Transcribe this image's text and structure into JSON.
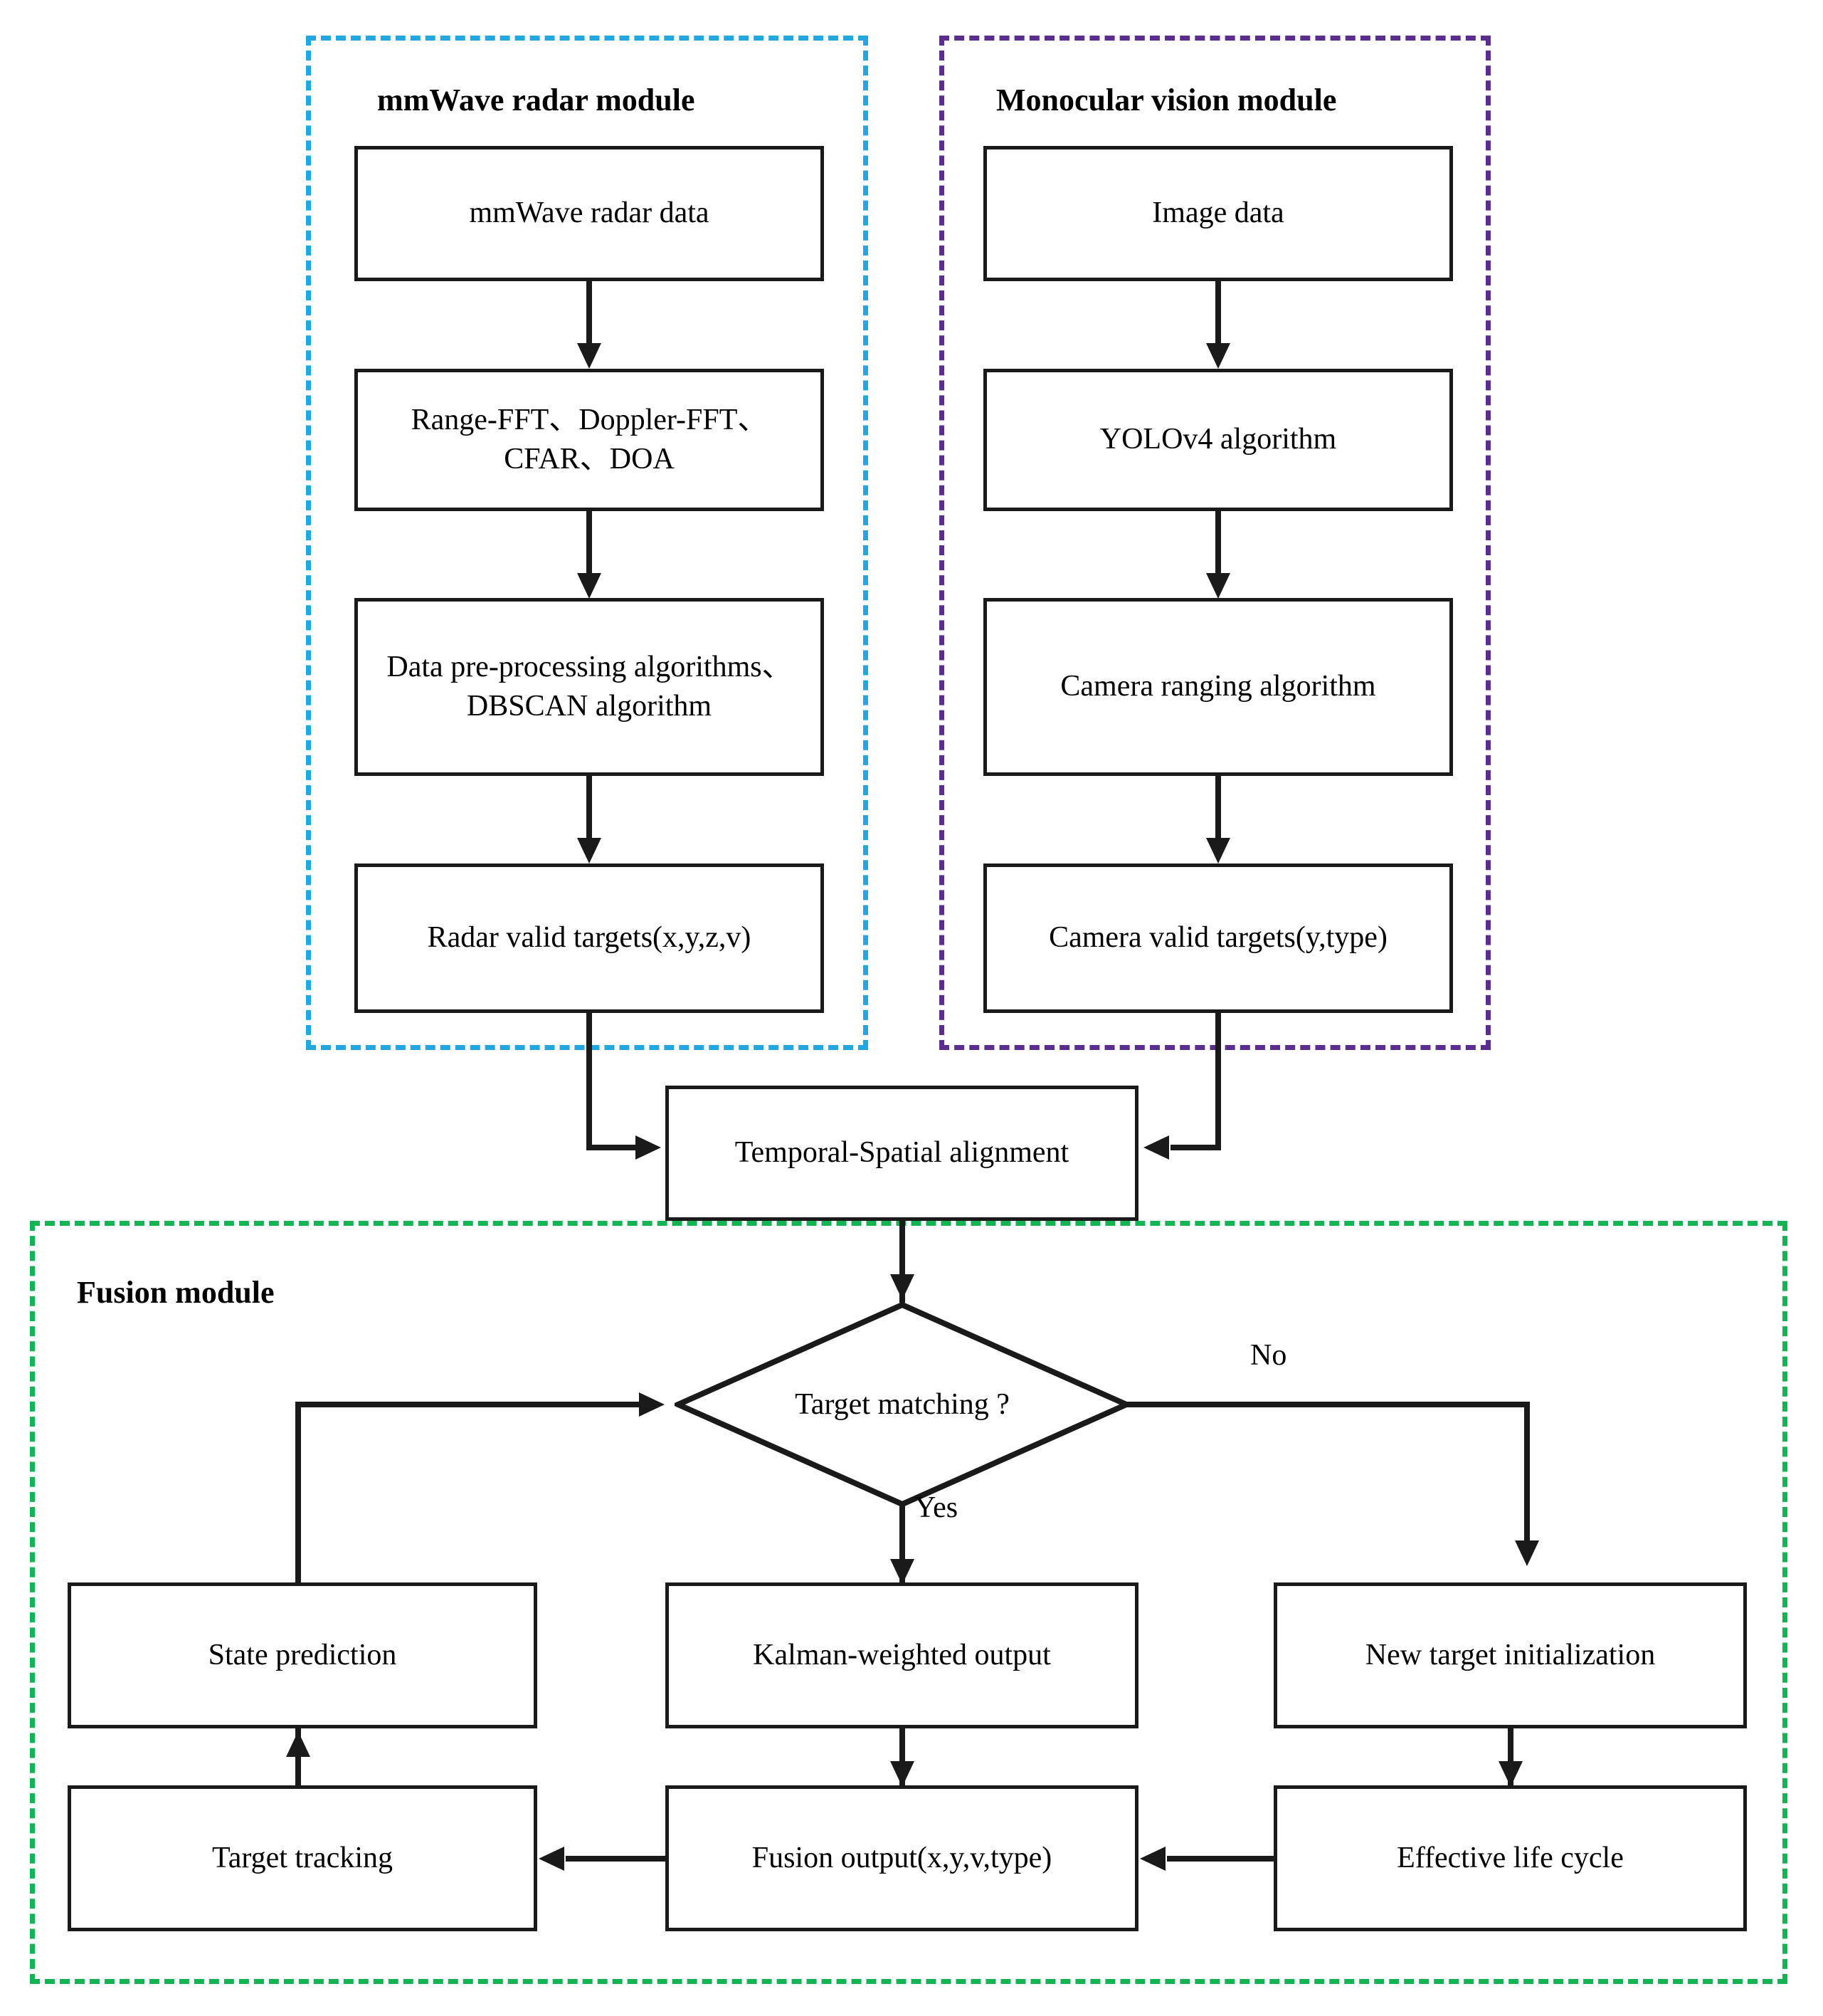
{
  "diagram": {
    "title": "Radar-vision fusion pipeline flowchart",
    "colors": {
      "radar_module_border": "#22A7E0",
      "vision_module_border": "#5B2D8E",
      "fusion_module_border": "#14B353",
      "node_border": "#1a1a1a",
      "background": "#ffffff",
      "text": "#000000"
    }
  },
  "modules": {
    "radar": {
      "title": "mmWave radar module",
      "nodes": [
        {
          "id": "radar-data",
          "label": "mmWave radar data"
        },
        {
          "id": "radar-fft",
          "label": "Range-FFT、Doppler-FFT、CFAR、DOA"
        },
        {
          "id": "radar-preproc",
          "label": "Data pre-processing algorithms、DBSCAN algorithm"
        },
        {
          "id": "radar-targets",
          "label": "Radar valid targets(x,y,z,v)"
        }
      ]
    },
    "vision": {
      "title": "Monocular vision module",
      "nodes": [
        {
          "id": "image-data",
          "label": "Image data"
        },
        {
          "id": "yolov4",
          "label": "YOLOv4 algorithm"
        },
        {
          "id": "camera-ranging",
          "label": "Camera ranging algorithm"
        },
        {
          "id": "camera-targets",
          "label": "Camera valid targets(y,type)"
        }
      ]
    },
    "fusion": {
      "title": "Fusion module",
      "decision": {
        "id": "target-matching",
        "label": "Target matching ?"
      },
      "nodes": [
        {
          "id": "state-prediction",
          "label": "State prediction"
        },
        {
          "id": "kalman-output",
          "label": "Kalman-weighted output"
        },
        {
          "id": "new-target-init",
          "label": "New target initialization"
        },
        {
          "id": "target-tracking",
          "label": "Target tracking"
        },
        {
          "id": "fusion-output",
          "label": "Fusion output(x,y,v,type)"
        },
        {
          "id": "effective-life-cycle",
          "label": "Effective life cycle"
        }
      ]
    }
  },
  "shared": {
    "alignment_node": {
      "id": "temporal-spatial-alignment",
      "label": "Temporal-Spatial alignment"
    }
  },
  "edge_labels": {
    "yes": "Yes",
    "no": "No"
  }
}
